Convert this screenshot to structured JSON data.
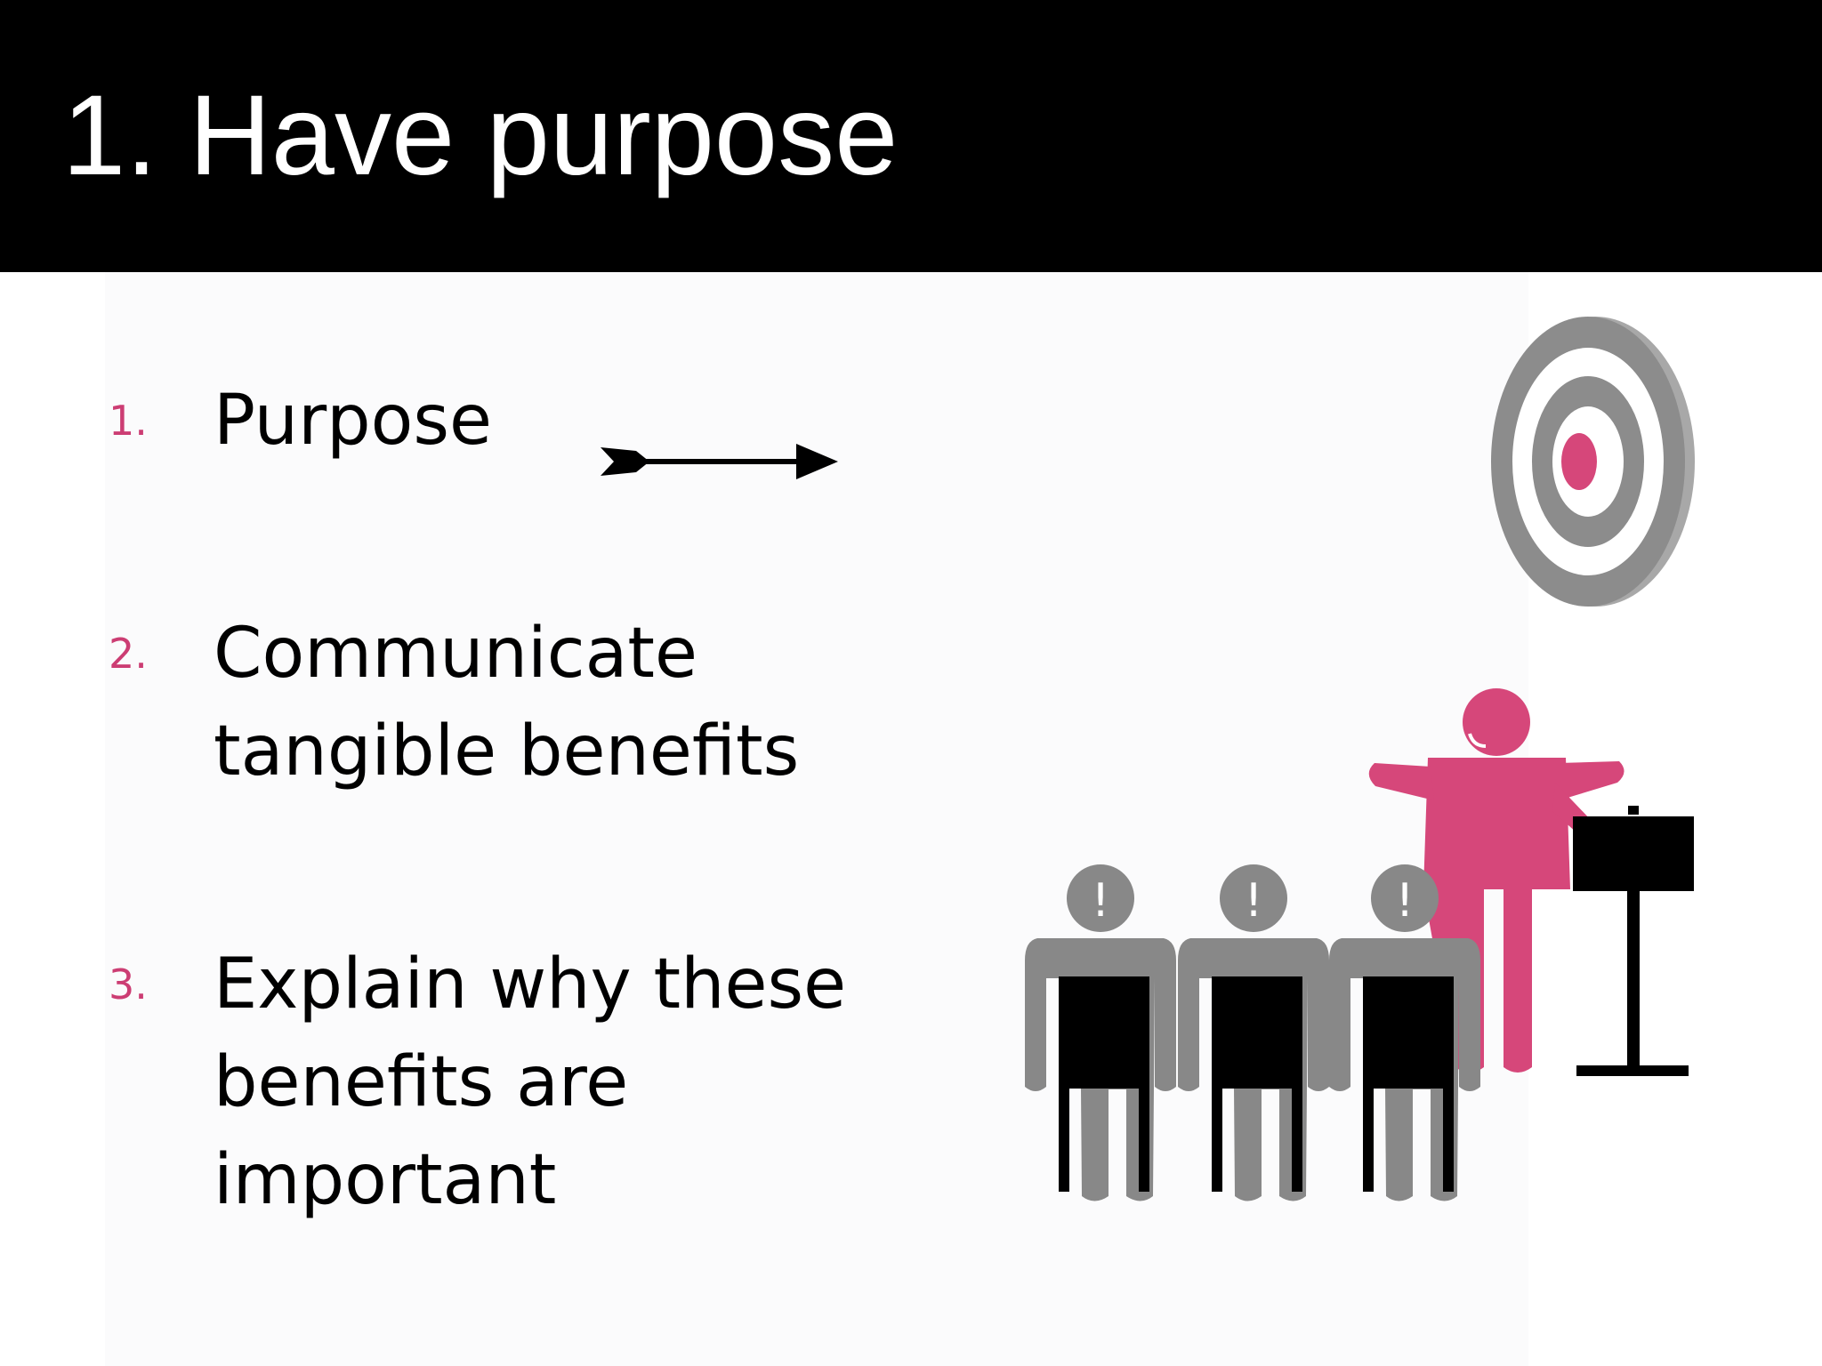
{
  "slide": {
    "title": "1. Have purpose",
    "items": [
      {
        "number": "1.",
        "lines": [
          "Purpose"
        ]
      },
      {
        "number": "2.",
        "lines": [
          "Communicate",
          "tangible benefits"
        ]
      },
      {
        "number": "3.",
        "lines": [
          "Explain why these",
          "benefits are",
          "important"
        ]
      }
    ]
  },
  "illustration": {
    "audience_mark": "!",
    "icons": [
      "arrow-icon",
      "target-icon",
      "presenter-icon",
      "podium-icon",
      "audience-person-icon"
    ]
  },
  "colors": {
    "title_bar": "#000000",
    "title_text": "#ffffff",
    "accent_pink": "#d6477a",
    "number_pink": "#cc3d73",
    "gray": "#888888"
  }
}
